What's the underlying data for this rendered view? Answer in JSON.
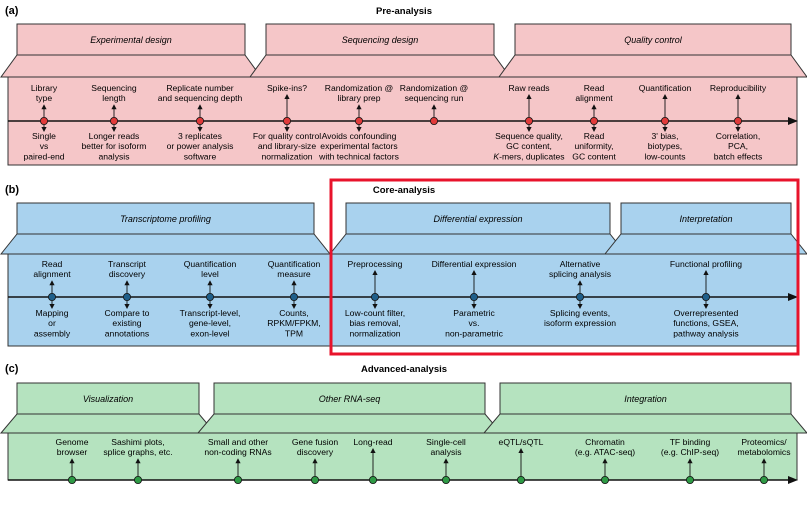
{
  "panels": [
    {
      "letter": "(a)",
      "title": "Pre-analysis",
      "fill": "#f5c6c8",
      "dot": "#e03a3a",
      "headers": [
        {
          "label": "Experimental design"
        },
        {
          "label": "Sequencing design"
        },
        {
          "label": "Quality control"
        }
      ],
      "steps": [
        {
          "top": [
            "Library",
            "type"
          ],
          "bottom": [
            "Single",
            "vs",
            "paired-end"
          ]
        },
        {
          "top": [
            "Sequencing",
            "length"
          ],
          "bottom": [
            "Longer reads",
            "better for isoform",
            "analysis"
          ]
        },
        {
          "top": [
            "Replicate number",
            "and sequencing depth"
          ],
          "bottom": [
            "3 replicates",
            "or power analysis",
            "software"
          ]
        },
        {
          "top": [
            "Spike-ins?"
          ],
          "bottom": [
            "For quality control",
            "and library-size",
            "normalization"
          ]
        },
        {
          "top": [
            "Randomization @",
            "library prep"
          ],
          "bottom": [
            "Avoids confounding",
            "experimental factors",
            "with technical factors"
          ]
        },
        {
          "top": [
            "Randomization @",
            "sequencing run"
          ],
          "bottom": []
        },
        {
          "top": [
            "Raw reads"
          ],
          "bottom": [
            "Sequence quality,",
            "GC content,",
            "K-mers, duplicates"
          ]
        },
        {
          "top": [
            "Read",
            "alignment"
          ],
          "bottom": [
            "Read",
            "uniformity,",
            "GC content"
          ]
        },
        {
          "top": [
            "Quantification"
          ],
          "bottom": [
            "3' bias,",
            "biotypes,",
            "low-counts"
          ]
        },
        {
          "top": [
            "Reproducibility"
          ],
          "bottom": [
            "Correlation,",
            "PCA,",
            "batch effects"
          ]
        }
      ]
    },
    {
      "letter": "(b)",
      "title": "Core-analysis",
      "fill": "#a9d2ee",
      "dot": "#1f5f8a",
      "headers": [
        {
          "label": "Transcriptome profiling"
        },
        {
          "label": "Differential expression"
        },
        {
          "label": "Interpretation"
        }
      ],
      "steps": [
        {
          "top": [
            "Read",
            "alignment"
          ],
          "bottom": [
            "Mapping",
            "or",
            "assembly"
          ]
        },
        {
          "top": [
            "Transcript",
            "discovery"
          ],
          "bottom": [
            "Compare to",
            "existing",
            "annotations"
          ]
        },
        {
          "top": [
            "Quantification",
            "level"
          ],
          "bottom": [
            "Transcript-level,",
            "gene-level,",
            "exon-level"
          ]
        },
        {
          "top": [
            "Quantification",
            "measure"
          ],
          "bottom": [
            "Counts,",
            "RPKM/FPKM,",
            "TPM"
          ]
        },
        {
          "top": [
            "Preprocessing"
          ],
          "bottom": [
            "Low-count filter,",
            "bias removal,",
            "normalization"
          ]
        },
        {
          "top": [
            "Differential expression"
          ],
          "bottom": [
            "Parametric",
            "vs.",
            "non-parametric"
          ]
        },
        {
          "top": [
            "Alternative",
            "splicing analysis"
          ],
          "bottom": [
            "Splicing events,",
            "isoform expression"
          ]
        },
        {
          "top": [
            "Functional profiling"
          ],
          "bottom": [
            "Overrepresented",
            "functions, GSEA,",
            "pathway analysis"
          ]
        }
      ]
    },
    {
      "letter": "(c)",
      "title": "Advanced-analysis",
      "fill": "#b5e3bf",
      "dot": "#2e9a45",
      "headers": [
        {
          "label": "Visualization"
        },
        {
          "label": "Other RNA-seq"
        },
        {
          "label": "Integration"
        }
      ],
      "steps": [
        {
          "top": [
            "Genome",
            "browser"
          ],
          "bottom": []
        },
        {
          "top": [
            "Sashimi plots,",
            "splice graphs, etc."
          ],
          "bottom": []
        },
        {
          "top": [
            "Small and other",
            "non-coding RNAs"
          ],
          "bottom": []
        },
        {
          "top": [
            "Gene fusion",
            "discovery"
          ],
          "bottom": []
        },
        {
          "top": [
            "Long-read"
          ],
          "bottom": []
        },
        {
          "top": [
            "Single-cell",
            "analysis"
          ],
          "bottom": []
        },
        {
          "top": [
            "eQTL/sQTL"
          ],
          "bottom": []
        },
        {
          "top": [
            "Chromatin",
            "(e.g. ATAC-seq)"
          ],
          "bottom": []
        },
        {
          "top": [
            "TF binding",
            "(e.g. ChIP-seq)"
          ],
          "bottom": []
        },
        {
          "top": [
            "Proteomics/",
            "metabolomics"
          ],
          "bottom": []
        }
      ]
    }
  ],
  "highlight_color": "#e8132b"
}
